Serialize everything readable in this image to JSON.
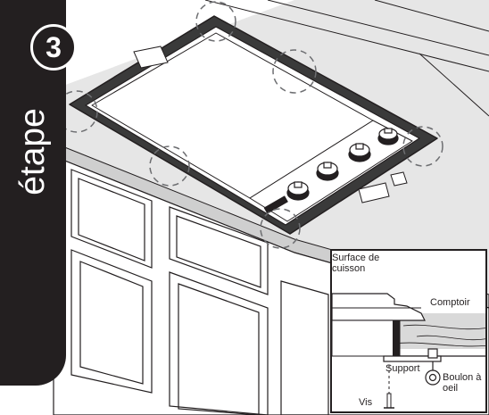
{
  "step": {
    "number": "3",
    "word": "étape"
  },
  "inset": {
    "labels": {
      "cooktop_surface": "Surface de\ncuisson",
      "countertop": "Comptoir",
      "bracket": "Support",
      "eye_bolt": "Boulon à\noeil",
      "screw": "Vis"
    }
  },
  "colors": {
    "ink": "#231f20",
    "counter_gray": "#d9d9d9",
    "background": "#ffffff"
  }
}
